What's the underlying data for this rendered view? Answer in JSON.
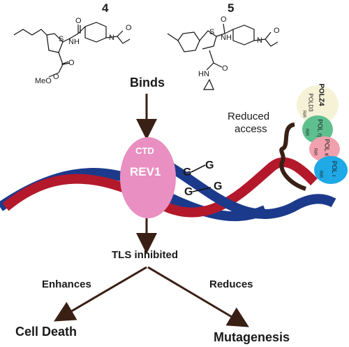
{
  "compounds": [
    {
      "number": "4",
      "ester_label": "MeO"
    },
    {
      "number": "5"
    }
  ],
  "atoms": {
    "S": "S",
    "N": "N",
    "H": "H",
    "O": "O",
    "NH": "NH",
    "HN": "HN"
  },
  "binds_label": "Binds",
  "rev1": {
    "ctd_label": "CTD",
    "name": "REV1"
  },
  "lesion": {
    "base1": "G",
    "base2": "G"
  },
  "reduced_access": {
    "line1": "Reduced",
    "line2": "access"
  },
  "polymerases": [
    {
      "top": "POLZ4",
      "sub": "POLD3",
      "rir": "RIR",
      "color": "#f6f2d8"
    },
    {
      "name": "POL η",
      "rir": "RIR",
      "color": "#5fbf8f"
    },
    {
      "name": "POL κ",
      "rir": "RIR",
      "color": "#f1a0ad"
    },
    {
      "name": "POL ι",
      "rir": "RIR",
      "color": "#1fa9e6"
    }
  ],
  "tls_label": "TLS inhibited",
  "enhances_label": "Enhances",
  "reduces_label": "Reduces",
  "cell_death_label": "Cell Death",
  "mutagenesis_label": "Mutagenesis",
  "colors": {
    "dna_red": "#b3192b",
    "dna_blue": "#1c3a8c",
    "rev1_pink": "#e98fc1",
    "arrow_brown": "#3a1f14"
  }
}
